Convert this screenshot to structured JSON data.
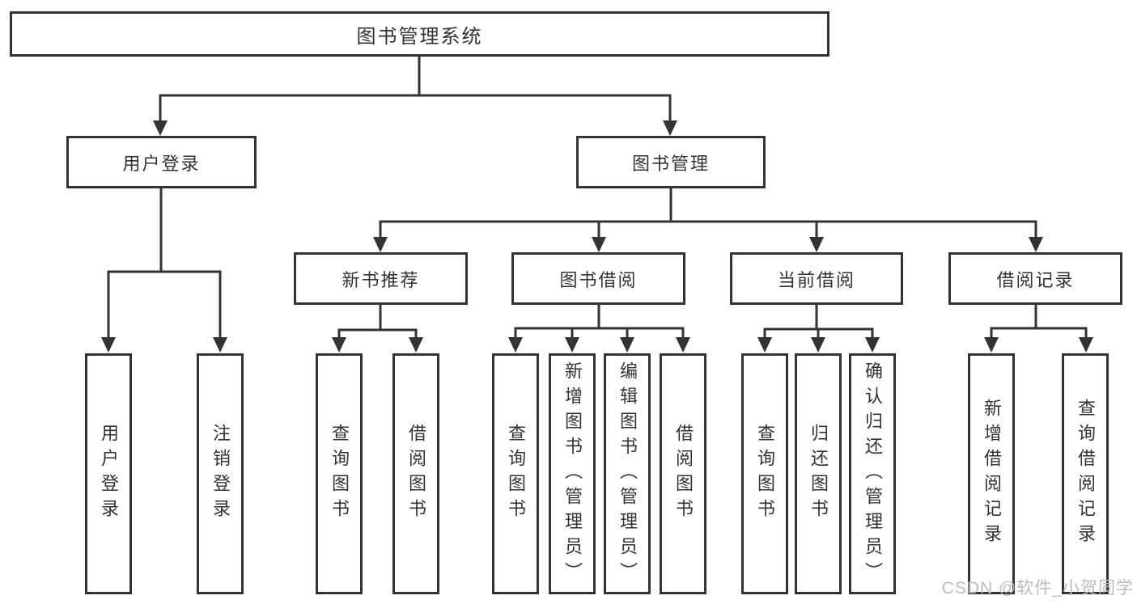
{
  "tree": {
    "label": "图书管理系统",
    "children": [
      {
        "label": "用户登录",
        "children": [
          {
            "label": "用户登录"
          },
          {
            "label": "注销登录"
          }
        ]
      },
      {
        "label": "图书管理",
        "children": [
          {
            "label": "新书推荐",
            "children": [
              {
                "label": "查询图书"
              },
              {
                "label": "借阅图书"
              }
            ]
          },
          {
            "label": "图书借阅",
            "children": [
              {
                "label": "查询图书"
              },
              {
                "label": "新增图书（管理员）"
              },
              {
                "label": "编辑图书（管理员）"
              },
              {
                "label": "借阅图书"
              }
            ]
          },
          {
            "label": "当前借阅",
            "children": [
              {
                "label": "查询图书"
              },
              {
                "label": "归还图书"
              },
              {
                "label": "确认归还（管理员）"
              }
            ]
          },
          {
            "label": "借阅记录",
            "children": [
              {
                "label": "新增借阅记录"
              },
              {
                "label": "查询借阅记录"
              }
            ]
          }
        ]
      }
    ]
  },
  "watermark": {
    "text": "CSDN @软件_小贺同学"
  },
  "colors": {
    "line": "#333333",
    "text": "#333333",
    "background": "#ffffff",
    "watermark": "#bcbcbc"
  }
}
